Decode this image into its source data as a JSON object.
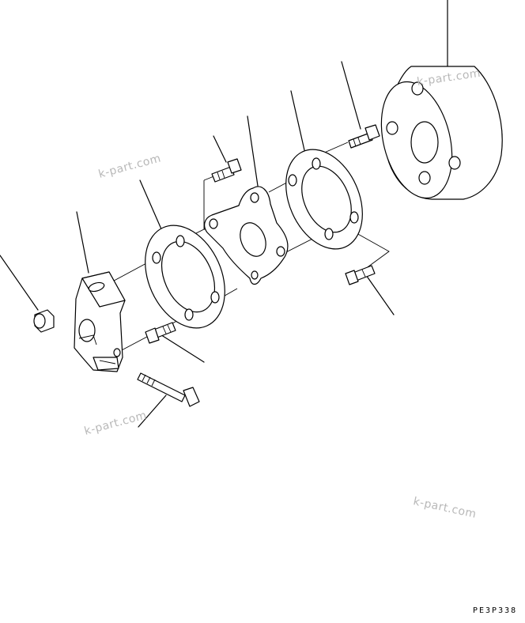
{
  "watermarks": [
    "k-part.com",
    "k-part.com",
    "k-part.com",
    "k-part.com"
  ],
  "drawing_code": "PE3P338"
}
